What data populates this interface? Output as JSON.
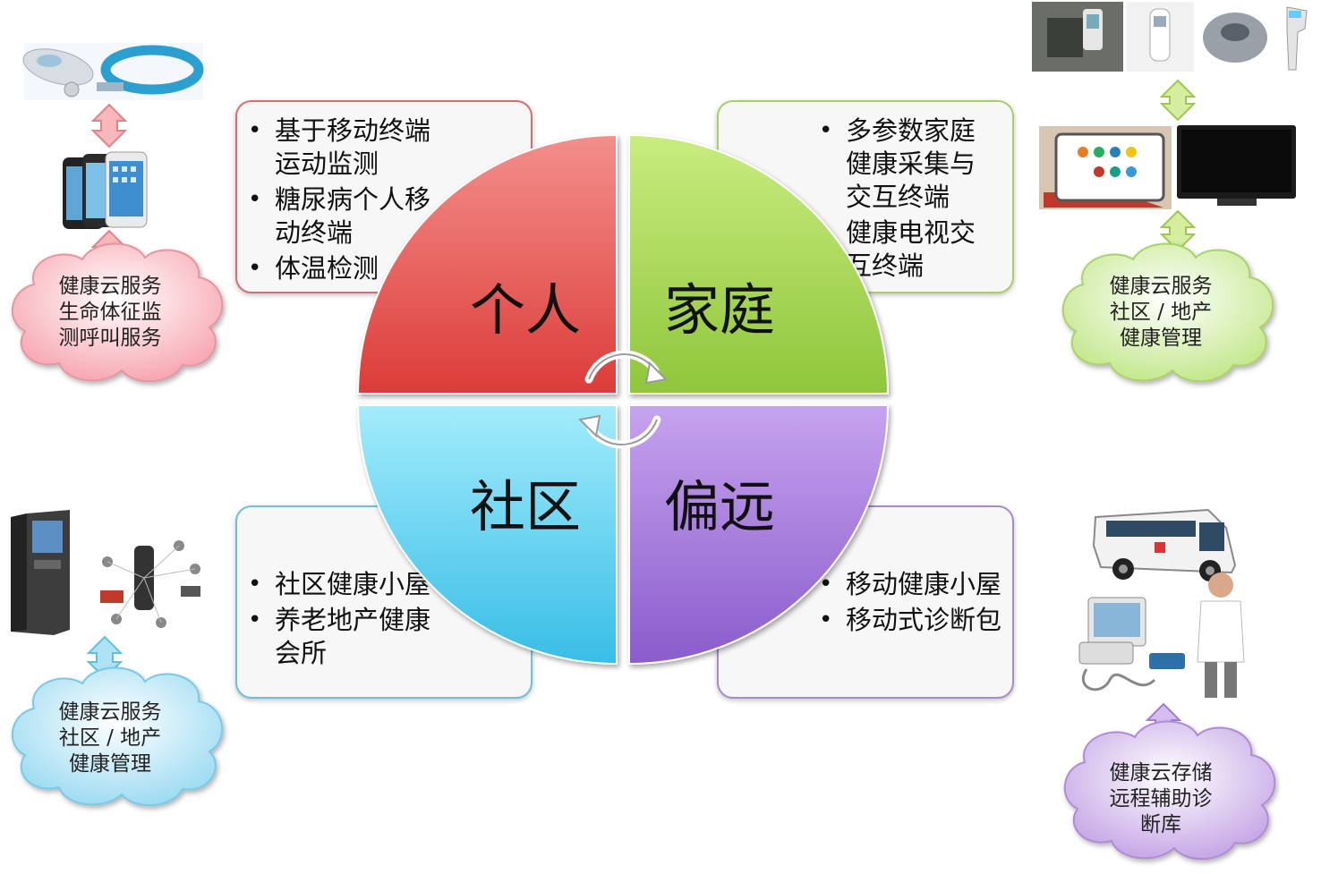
{
  "quadrants": {
    "personal": {
      "label": "个人",
      "items": [
        "基于移动终端运动监测",
        "糖尿病个人移动终端",
        "体温检测"
      ],
      "color": "#e8534f"
    },
    "family": {
      "label": "家庭",
      "items": [
        "多参数家庭健康采集与交互终端",
        "健康电视交互终端"
      ],
      "color": "#a6d44a"
    },
    "community": {
      "label": "社区",
      "items": [
        "社区健康小屋",
        "养老地产健康会所"
      ],
      "color": "#49c2e6"
    },
    "remote": {
      "label": "偏远",
      "items": [
        "移动健康小屋",
        "移动式诊断包"
      ],
      "color": "#9c72cf"
    }
  },
  "clouds": {
    "top_left": [
      "健康云服务",
      "生命体征监",
      "测呼叫服务"
    ],
    "top_right": [
      "健康云服务",
      "社区 / 地产",
      "健康管理"
    ],
    "bottom_left": [
      "健康云服务",
      "社区 / 地产",
      "健康管理"
    ],
    "bottom_right": [
      "健康云存储",
      "远程辅助诊",
      "断库"
    ]
  },
  "device_icons": {
    "top_left": [
      "wearable-sensor-icon",
      "wristband-icon",
      "smartphone-icon"
    ],
    "top_right": [
      "monitor-device-icon",
      "glucometer-icon",
      "scale-icon",
      "thermometer-icon",
      "tablet-icon",
      "television-icon"
    ],
    "bottom_left": [
      "kiosk-icon",
      "device-kit-icon"
    ],
    "bottom_right": [
      "ambulance-bus-icon",
      "diagnostic-kit-icon",
      "doctor-icon"
    ]
  }
}
